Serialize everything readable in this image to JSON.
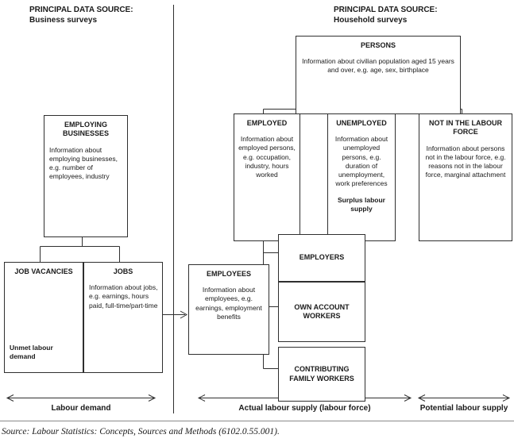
{
  "headers": {
    "business": {
      "label": "PRINCIPAL DATA SOURCE:",
      "sublabel": "Business surveys"
    },
    "household": {
      "label": "PRINCIPAL DATA SOURCE:",
      "sublabel": "Household surveys"
    }
  },
  "boxes": {
    "persons": {
      "title": "PERSONS",
      "body": "Information about civilian population aged 15 years and over, e.g. age, sex, birthplace"
    },
    "employing_businesses": {
      "title": "EMPLOYING BUSINESSES",
      "body": "Information about employing businesses, e.g. number of employees, industry"
    },
    "employed": {
      "title": "EMPLOYED",
      "body": "Information about employed persons, e.g. occupation, industry, hours worked"
    },
    "unemployed": {
      "title": "UNEMPLOYED",
      "body": "Information about unemployed persons, e.g. duration of unemployment, work preferences",
      "footer": "Surplus labour supply"
    },
    "not_in_labour_force": {
      "title": "NOT IN THE LABOUR FORCE",
      "body": "Information about persons not in the labour force, e.g. reasons not in the labour force, marginal attachment"
    },
    "job_vacancies": {
      "title": "JOB VACANCIES",
      "footer": "Unmet labour demand"
    },
    "jobs": {
      "title": "JOBS",
      "body": "Information about jobs, e.g. earnings, hours paid, full-time/part-time"
    },
    "employees": {
      "title": "EMPLOYEES",
      "body": "Information about employees, e.g. earnings, employment benefits"
    },
    "employers": {
      "title": "EMPLOYERS"
    },
    "own_account_workers": {
      "title": "OWN ACCOUNT WORKERS"
    },
    "contributing_family_workers": {
      "title": "CONTRIBUTING FAMILY WORKERS"
    }
  },
  "axis_labels": {
    "labour_demand": "Labour demand",
    "actual_labour_supply": "Actual labour supply (labour force)",
    "potential_labour_supply": "Potential labour supply"
  },
  "source_note": "Source: Labour Statistics: Concepts, Sources and Methods (6102.0.55.001).",
  "colors": {
    "line": "#2f2f2f",
    "text": "#1a1a1a",
    "background": "#ffffff"
  }
}
